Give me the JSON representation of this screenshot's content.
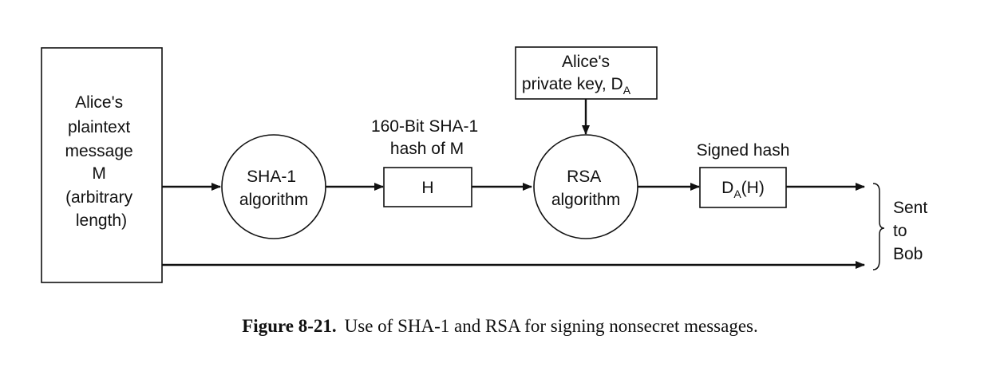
{
  "diagram": {
    "plaintext_box": {
      "lines": [
        "Alice's",
        "plaintext",
        "message",
        "M",
        "(arbitrary",
        "length)"
      ]
    },
    "sha1_node": {
      "lines": [
        "SHA-1",
        "algorithm"
      ]
    },
    "hash_label": {
      "lines": [
        "160-Bit SHA-1",
        "hash of M"
      ]
    },
    "hash_box": {
      "text": "H"
    },
    "private_key_box": {
      "line1": "Alice's",
      "line2": "private key, D",
      "line2_sub": "A"
    },
    "rsa_node": {
      "lines": [
        "RSA",
        "algorithm"
      ]
    },
    "signed_label": {
      "text": "Signed hash"
    },
    "signed_box": {
      "main": "D",
      "sub": "A",
      "suffix": "(H)"
    },
    "destination": {
      "lines": [
        "Sent",
        "to",
        "Bob"
      ]
    }
  },
  "caption": {
    "label": "Figure 8-21.",
    "text": "Use of SHA-1 and RSA for signing nonsecret messages."
  }
}
